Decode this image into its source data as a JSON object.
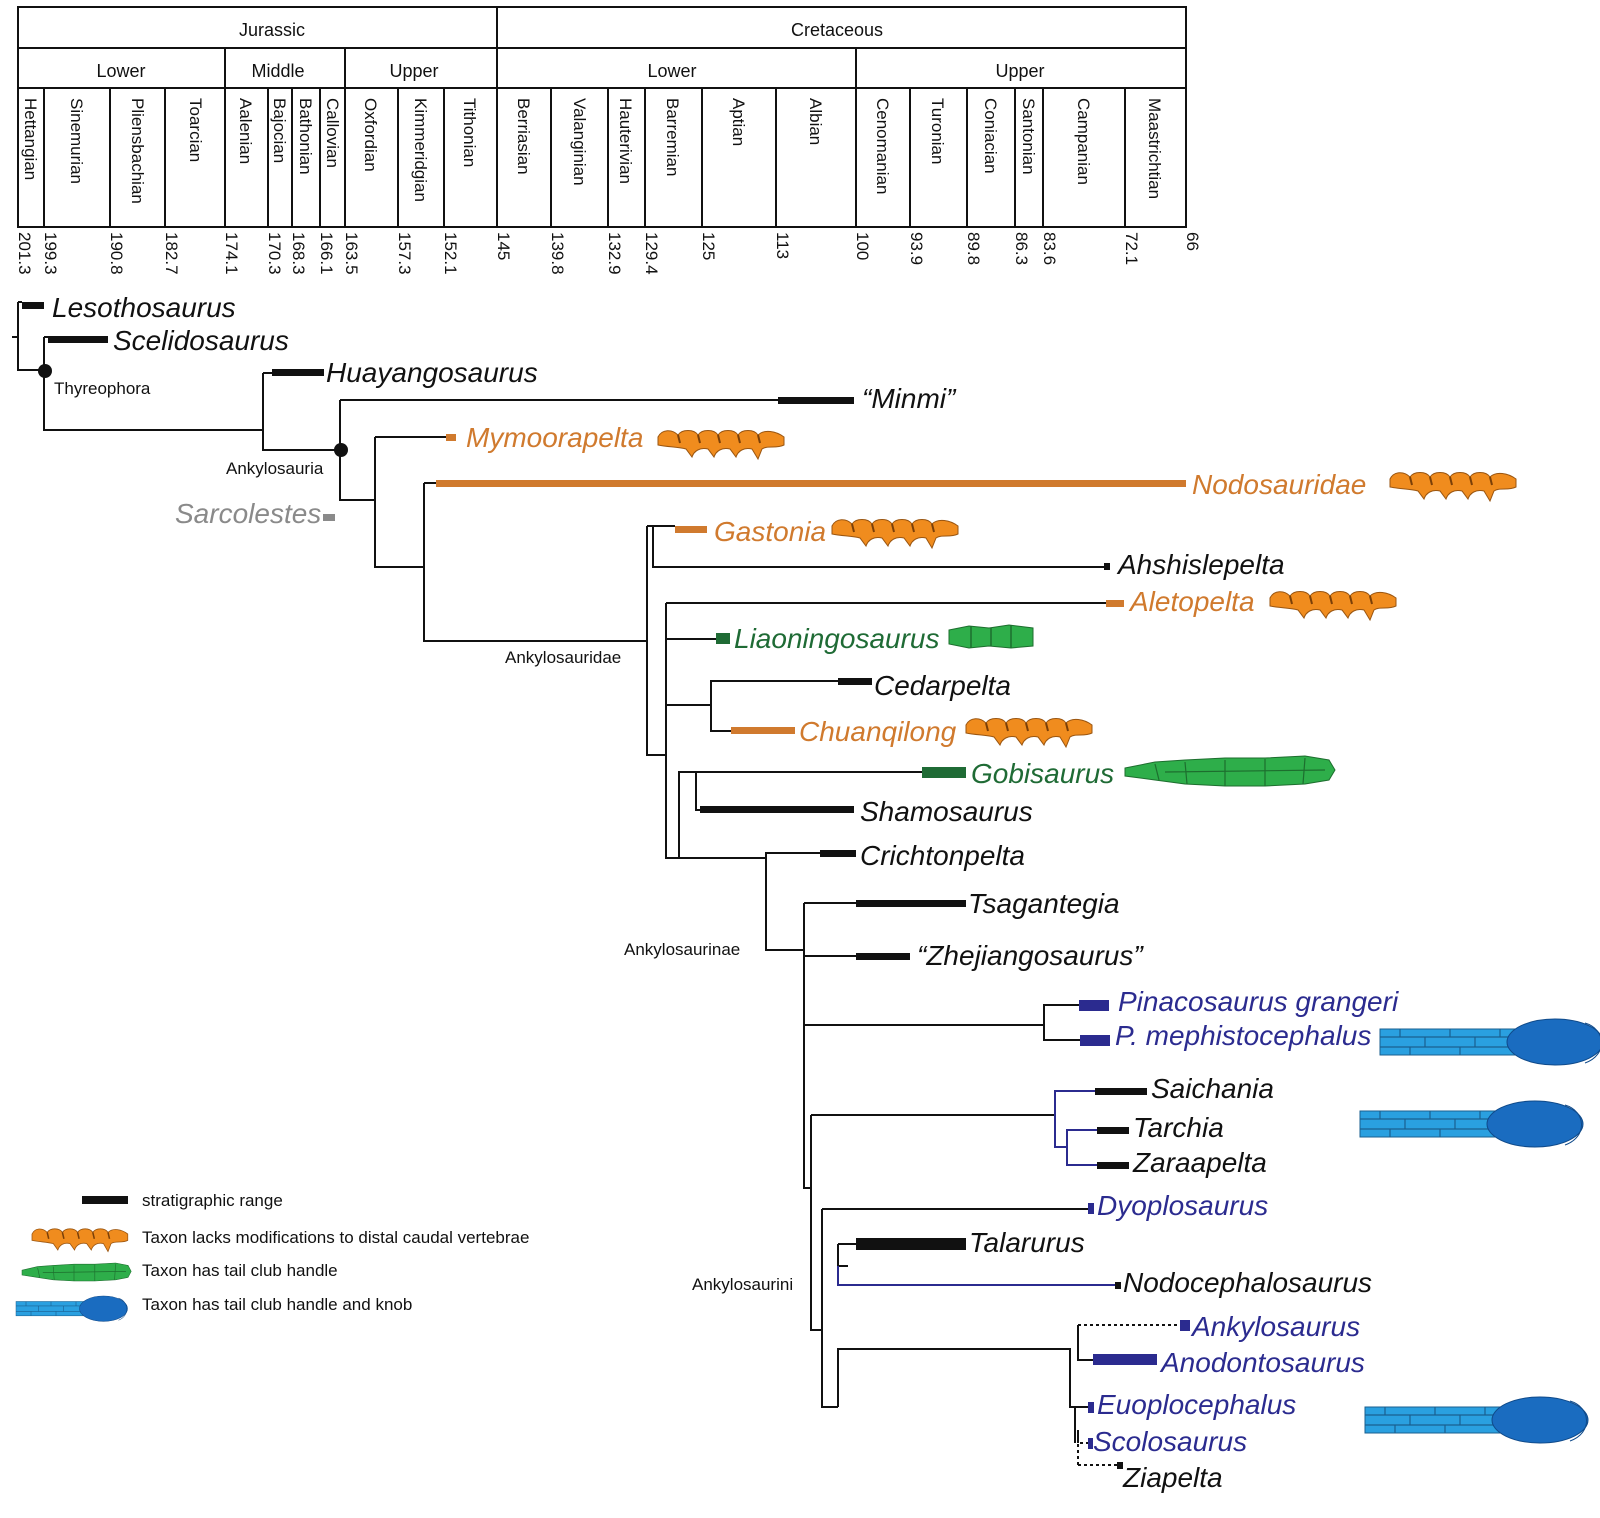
{
  "colors": {
    "black": "#111111",
    "orange": "#d07a2e",
    "green": "#1f6b35",
    "blue": "#2b2b8f",
    "grey": "#8a8a8a",
    "club_orange": "#f08c1e",
    "club_green": "#2eae4a",
    "club_blue": "#2aa0e0",
    "knob_blue": "#1a6cc0"
  },
  "timescale": {
    "periods": [
      "Jurassic",
      "Cretaceous"
    ],
    "epochs": [
      "Lower",
      "Middle",
      "Upper",
      "Lower",
      "Upper"
    ],
    "stages": [
      "Hettangian",
      "Sinemurian",
      "Pliensbachian",
      "Toarcian",
      "Aalenian",
      "Bajocian",
      "Bathonian",
      "Callovian",
      "Oxfordian",
      "Kimmeridgian",
      "Tithonian",
      "Berriasian",
      "Valanginian",
      "Hauterivian",
      "Barremian",
      "Aptian",
      "Albian",
      "Cenomanian",
      "Turonian",
      "Coniacian",
      "Santonian",
      "Campanian",
      "Maastrichtian"
    ],
    "ages": [
      "201.3",
      "199.3",
      "190.8",
      "182.7",
      "174.1",
      "170.3",
      "168.3",
      "166.1",
      "163.5",
      "157.3",
      "152.1",
      "145",
      "139.8",
      "132.9",
      "129.4",
      "125",
      "113",
      "100",
      "93.9",
      "89.8",
      "86.3",
      "83.6",
      "72.1",
      "66"
    ]
  },
  "taxa": [
    {
      "name": "Lesothosaurus",
      "color": "black"
    },
    {
      "name": "Scelidosaurus",
      "color": "black"
    },
    {
      "name": "Huayangosaurus",
      "color": "black"
    },
    {
      "name": "“Minmi”",
      "color": "black"
    },
    {
      "name": "Mymoorapelta",
      "color": "orange"
    },
    {
      "name": "Nodosauridae",
      "color": "orange"
    },
    {
      "name": "Sarcolestes",
      "color": "grey"
    },
    {
      "name": "Gastonia",
      "color": "orange"
    },
    {
      "name": "Ahshislepelta",
      "color": "black"
    },
    {
      "name": "Aletopelta",
      "color": "orange"
    },
    {
      "name": "Liaoningosaurus",
      "color": "green"
    },
    {
      "name": "Cedarpelta",
      "color": "black"
    },
    {
      "name": "Chuanqilong",
      "color": "orange"
    },
    {
      "name": "Gobisaurus",
      "color": "green"
    },
    {
      "name": "Shamosaurus",
      "color": "black"
    },
    {
      "name": "Crichtonpelta",
      "color": "black"
    },
    {
      "name": "Tsagantegia",
      "color": "black"
    },
    {
      "name": "“Zhejiangosaurus”",
      "color": "black"
    },
    {
      "name": "Pinacosaurus grangeri",
      "color": "blue"
    },
    {
      "name": "P. mephistocephalus",
      "color": "blue"
    },
    {
      "name": "Saichania",
      "color": "black"
    },
    {
      "name": "Tarchia",
      "color": "black"
    },
    {
      "name": "Zaraapelta",
      "color": "black"
    },
    {
      "name": "Dyoplosaurus",
      "color": "blue"
    },
    {
      "name": "Talarurus",
      "color": "black"
    },
    {
      "name": "Nodocephalosaurus",
      "color": "black"
    },
    {
      "name": "Ankylosaurus",
      "color": "blue"
    },
    {
      "name": "Anodontosaurus",
      "color": "blue"
    },
    {
      "name": "Euoplocephalus",
      "color": "blue"
    },
    {
      "name": "Scolosaurus",
      "color": "blue"
    },
    {
      "name": "Ziapelta",
      "color": "black"
    }
  ],
  "clades": [
    "Thyreophora",
    "Ankylosauria",
    "Ankylosauridae",
    "Ankylosaurinae",
    "Ankylosaurini"
  ],
  "legend": [
    {
      "icon": "range",
      "text": "stratigraphic range"
    },
    {
      "icon": "orange-tail",
      "text": "Taxon lacks modifications to distal caudal vertebrae"
    },
    {
      "icon": "green-tail",
      "text": "Taxon has tail club handle"
    },
    {
      "icon": "blue-tail",
      "text": "Taxon has tail club handle and knob"
    }
  ]
}
